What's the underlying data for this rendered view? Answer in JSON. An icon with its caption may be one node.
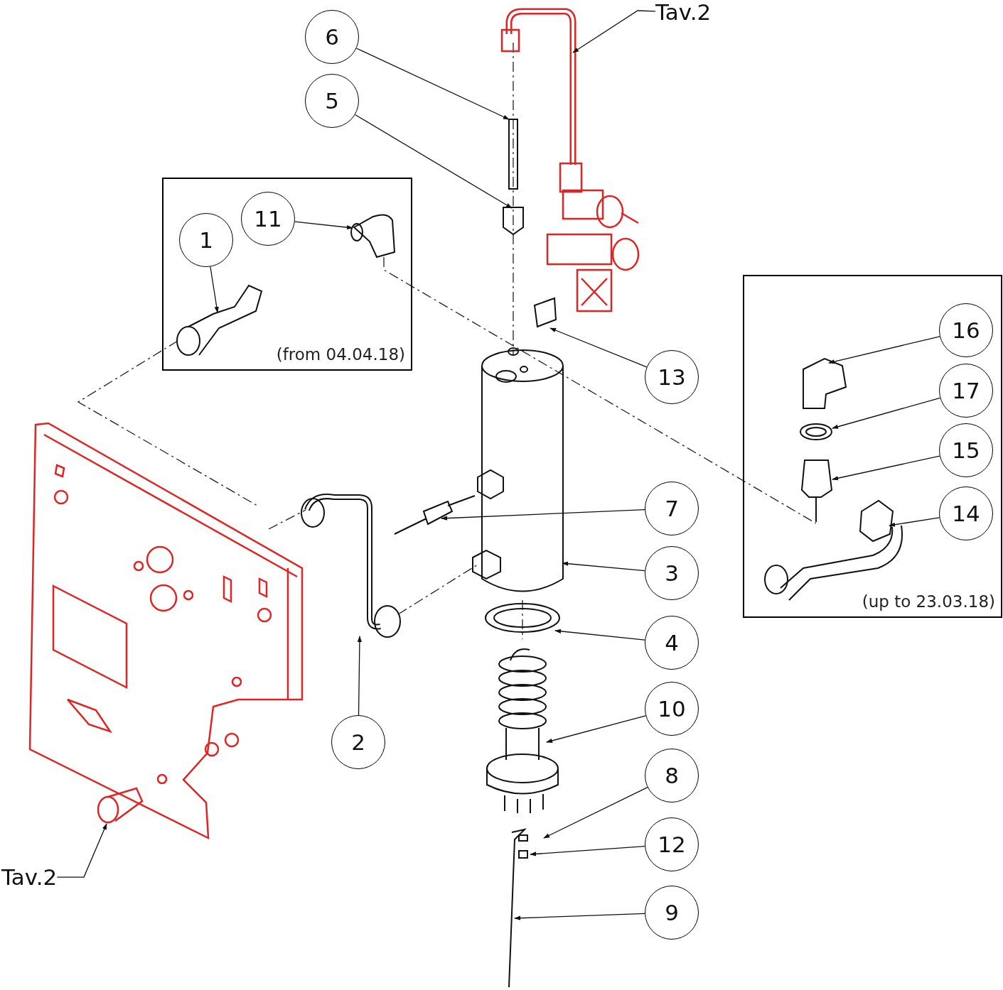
{
  "diagram": {
    "nodes": [
      {
        "text": [
          "Tav.2"
        ]
      },
      {
        "text": [
          "6"
        ]
      },
      {
        "text": [
          "5"
        ]
      },
      {
        "text": [
          "(from 04.04.18)"
        ]
      },
      {
        "text": [
          "11"
        ],
        "in": 3
      },
      {
        "text": [
          "1"
        ],
        "in": 3
      },
      {
        "text": [
          "(up to 23.03.18)"
        ]
      },
      {
        "text": [
          "16"
        ],
        "in": 6
      },
      {
        "text": [
          "13"
        ]
      },
      {
        "text": [
          "17"
        ],
        "in": 6
      },
      {
        "text": [
          "15"
        ],
        "in": 6
      },
      {
        "text": [
          "7"
        ]
      },
      {
        "text": [
          "14"
        ],
        "in": 6
      },
      {
        "text": [
          "3"
        ]
      },
      {
        "text": [
          "4"
        ]
      },
      {
        "text": [
          "10"
        ]
      },
      {
        "text": [
          "2"
        ]
      },
      {
        "text": [
          "8"
        ]
      },
      {
        "text": [
          "12"
        ]
      },
      {
        "text": [
          "Tav.2"
        ]
      },
      {
        "text": [
          "9"
        ]
      }
    ],
    "edges": [
      {
        "from": 0,
        "to": null,
        "arrow": "to"
      },
      {
        "from": 1,
        "to": null,
        "arrow": "to"
      },
      {
        "from": 2,
        "to": null,
        "arrow": "to"
      },
      {
        "from": 4,
        "to": null,
        "arrow": "to"
      },
      {
        "from": 5,
        "to": null,
        "arrow": "to"
      },
      {
        "from": 7,
        "to": null,
        "arrow": "to"
      },
      {
        "from": 8,
        "to": null,
        "arrow": "to"
      },
      {
        "from": 9,
        "to": null,
        "arrow": "to"
      },
      {
        "from": 10,
        "to": null,
        "arrow": "to"
      },
      {
        "from": 11,
        "to": null,
        "arrow": "to"
      },
      {
        "from": 12,
        "to": null,
        "arrow": "to"
      },
      {
        "from": 13,
        "to": null,
        "arrow": "to"
      },
      {
        "from": 14,
        "to": null,
        "arrow": "to"
      },
      {
        "from": 15,
        "to": null,
        "arrow": "to"
      },
      {
        "from": 16,
        "to": null,
        "arrow": "to"
      },
      {
        "from": 17,
        "to": null,
        "arrow": "to"
      },
      {
        "from": 18,
        "to": null,
        "arrow": "to"
      },
      {
        "from": 19,
        "to": null,
        "arrow": "to"
      },
      {
        "from": 20,
        "to": null,
        "arrow": "to"
      }
    ]
  }
}
